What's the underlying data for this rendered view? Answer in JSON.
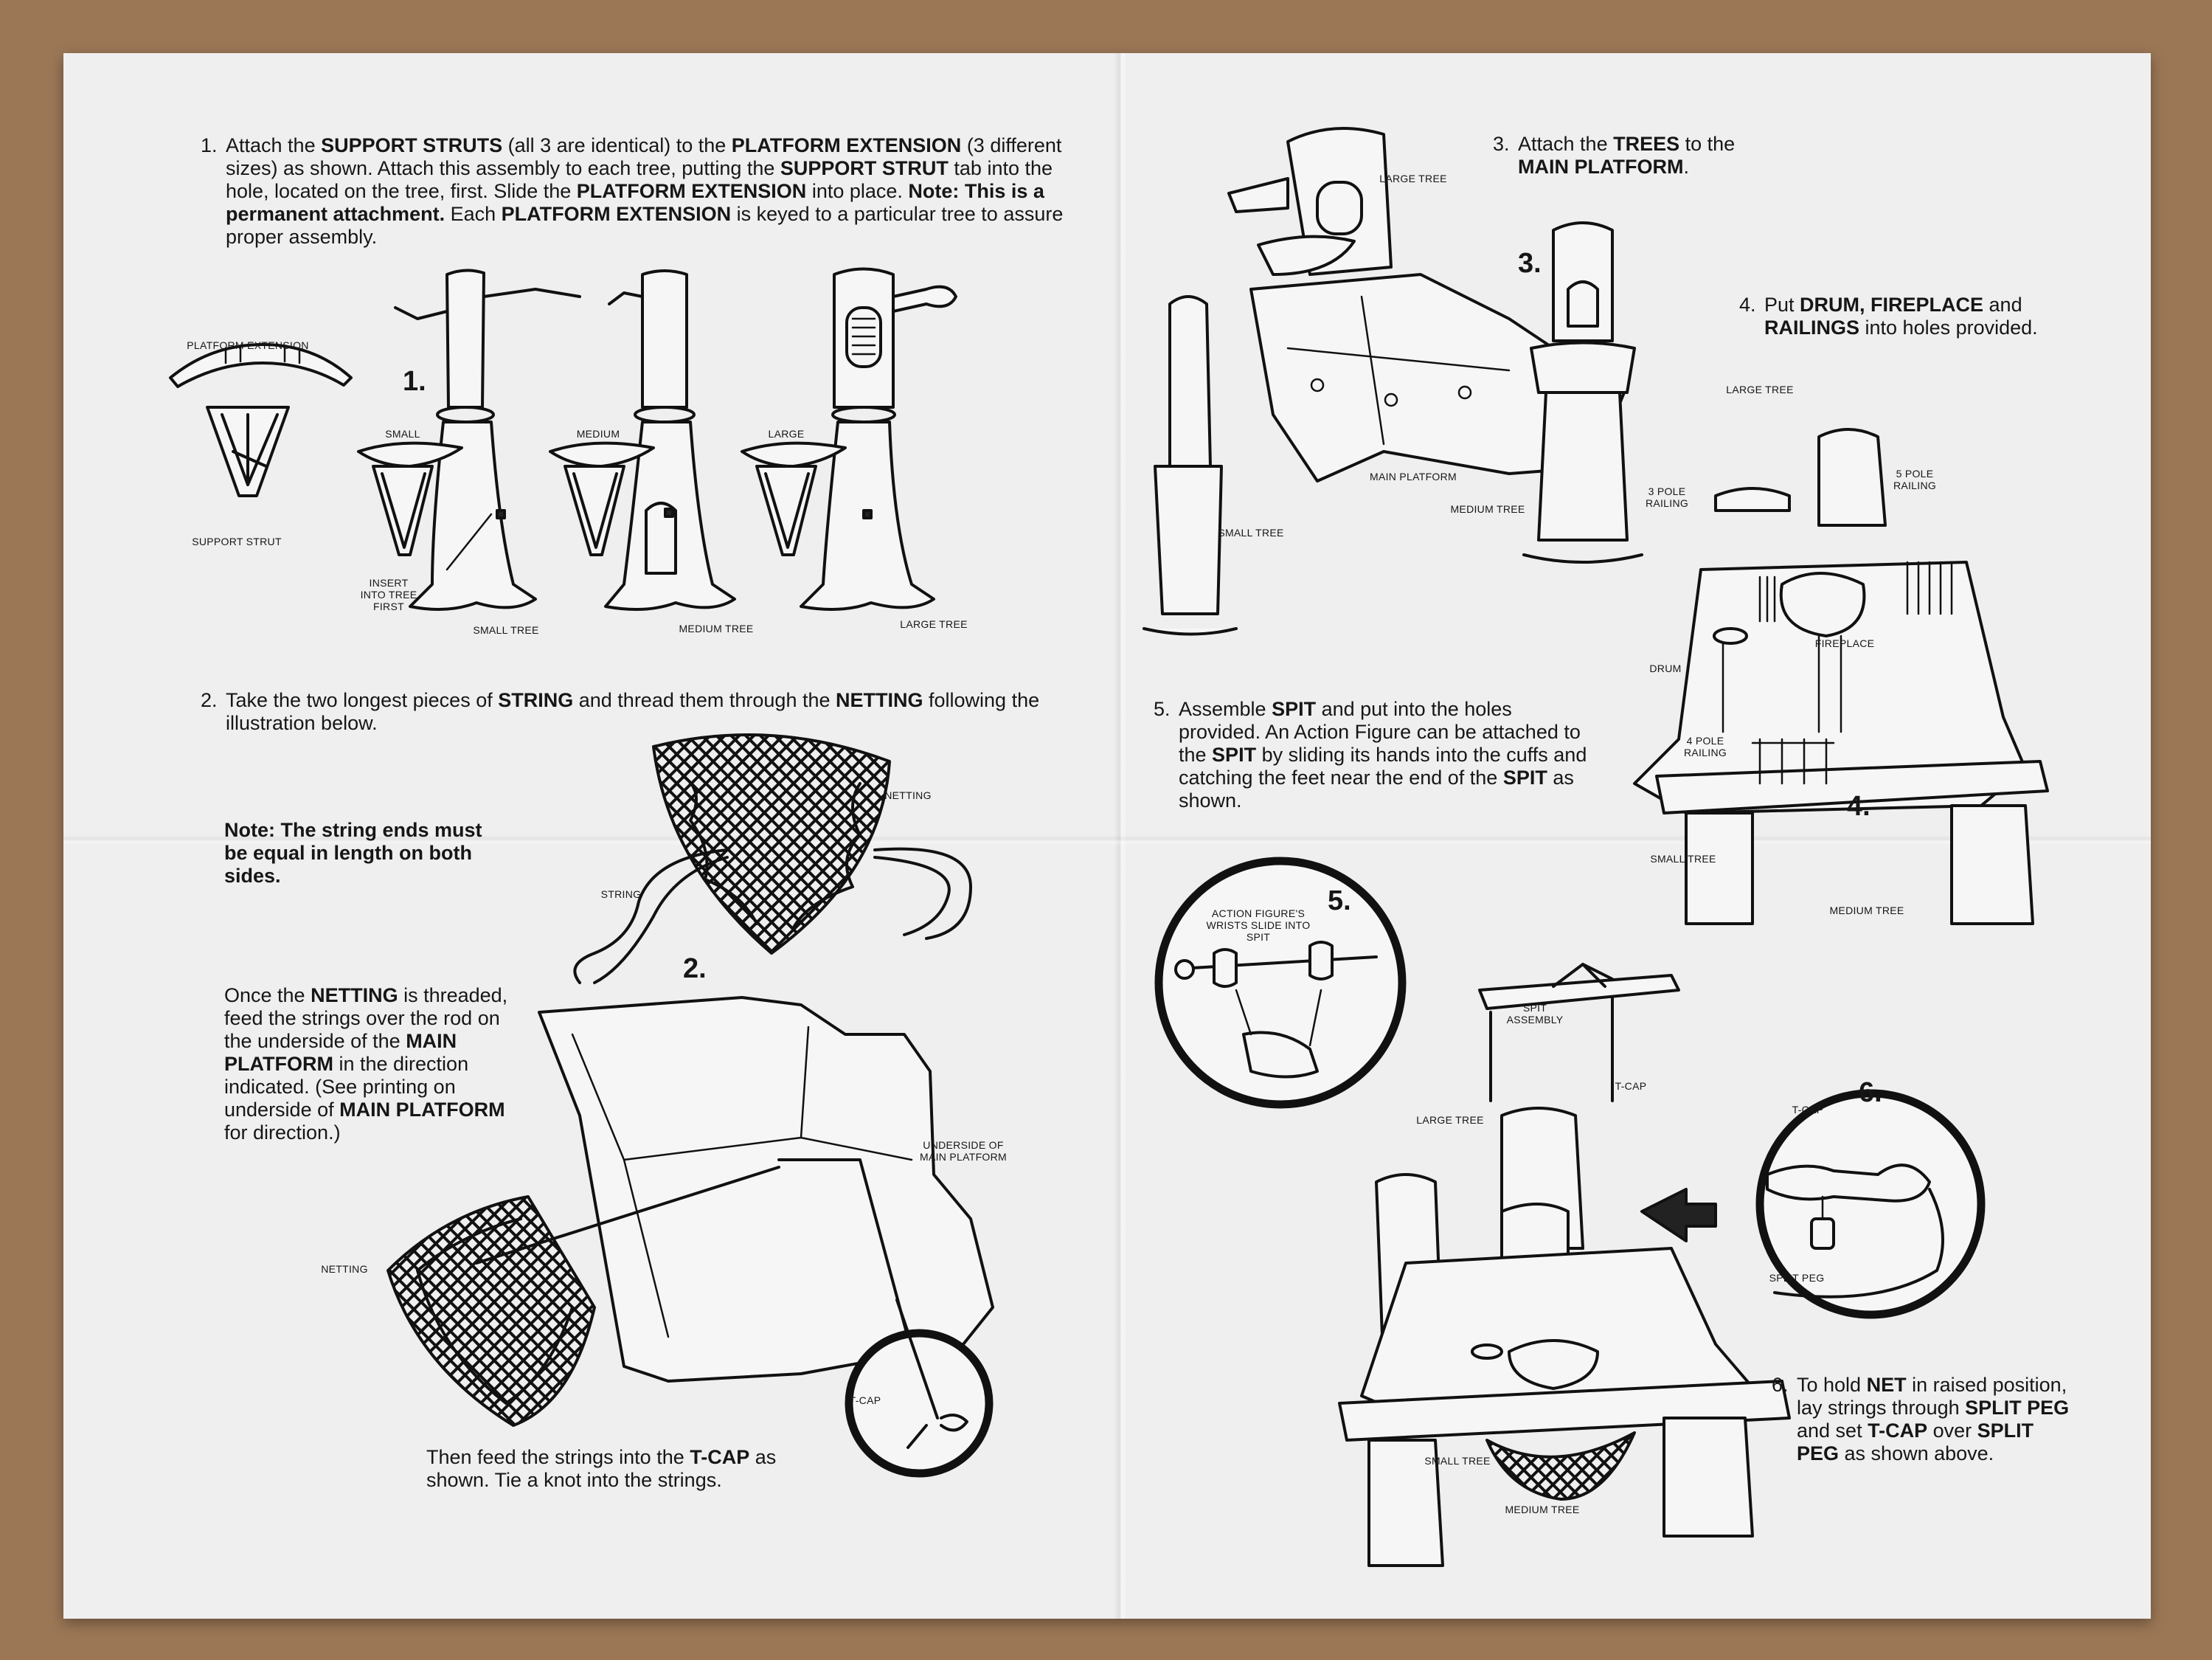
{
  "step1": {
    "n": "1.",
    "t1": "Attach the ",
    "b1": "SUPPORT STRUTS",
    "t2": " (all 3 are identical) to the ",
    "b2": "PLATFORM EXTENSION",
    "t3": " (3 different sizes) as shown. Attach this assembly to each tree, putting the ",
    "b3": "SUPPORT STRUT",
    "t4": " tab into the hole, located on the tree, first. Slide the ",
    "b4": "PLATFORM EXTENSION",
    "t5": " into place. ",
    "b5": "Note: This is a permanent attachment.",
    "t6": " Each ",
    "b6": "PLATFORM EXTENSION",
    "t7": " is keyed to a particular tree to assure proper assembly."
  },
  "step2": {
    "n": "2.",
    "t1": "Take the two longest pieces of ",
    "b1": "STRING",
    "t2": " and thread them through the ",
    "b2": "NETTING",
    "t3": " following the illustration below."
  },
  "note": "Note: The string ends must be equal in length on both sides.",
  "once": {
    "t1": "Once the ",
    "b1": "NETTING",
    "t2": " is threaded, feed the strings over the rod on the underside of the ",
    "b2": "MAIN PLATFORM",
    "t3": " in the direction indicated. (See printing on underside of ",
    "b3": "MAIN PLATFORM",
    "t4": " for direction.)"
  },
  "then": {
    "t1": "Then feed the strings into the ",
    "b1": "T-CAP",
    "t2": " as shown. Tie a knot into the strings."
  },
  "step3": {
    "n": "3.",
    "t1": "Attach the ",
    "b1": "TREES",
    "t2": " to the ",
    "b2": "MAIN PLATFORM",
    "t3": "."
  },
  "step4": {
    "n": "4.",
    "t1": "Put ",
    "b1": "DRUM, FIREPLACE",
    "t2": " and ",
    "b2": "RAILINGS",
    "t3": " into holes provided."
  },
  "step5": {
    "n": "5.",
    "t1": "Assemble ",
    "b1": "SPIT",
    "t2": " and put into the holes provided. An Action Figure can be attached to the ",
    "b2": "SPIT",
    "t3": " by sliding its hands into the cuffs and catching the feet near the end of the ",
    "b3": "SPIT",
    "t4": " as shown."
  },
  "step6": {
    "n": "6.",
    "t1": "To hold ",
    "b1": "NET",
    "t2": " in raised position, lay strings through ",
    "b2": "SPLIT PEG",
    "t3": " and set ",
    "b3": "T-CAP",
    "t4": " over ",
    "b4": "SPLIT PEG",
    "t5": " as shown above."
  },
  "callouts": {
    "c1": "1.",
    "c2": "2.",
    "c3": "3.",
    "c4": "4.",
    "c5": "5.",
    "c6": "6."
  },
  "labels": {
    "platform_extension": "PLATFORM EXTENSION",
    "support_strut": "SUPPORT STRUT",
    "small": "SMALL",
    "medium": "MEDIUM",
    "large": "LARGE",
    "insert": "INSERT INTO TREE FIRST",
    "small_tree": "SMALL TREE",
    "medium_tree": "MEDIUM TREE",
    "large_tree": "LARGE TREE",
    "netting": "NETTING",
    "string": "STRING",
    "underside": "UNDERSIDE OF MAIN PLATFORM",
    "tcap": "T-CAP",
    "main_platform": "MAIN PLATFORM",
    "pole3": "3 POLE RAILING",
    "pole5": "5 POLE RAILING",
    "pole4": "4 POLE RAILING",
    "drum": "DRUM",
    "fireplace": "FIREPLACE",
    "wrists": "ACTION FIGURE'S WRISTS SLIDE INTO SPIT",
    "spit": "SPIT ASSEMBLY",
    "split_peg": "SPLIT PEG"
  }
}
